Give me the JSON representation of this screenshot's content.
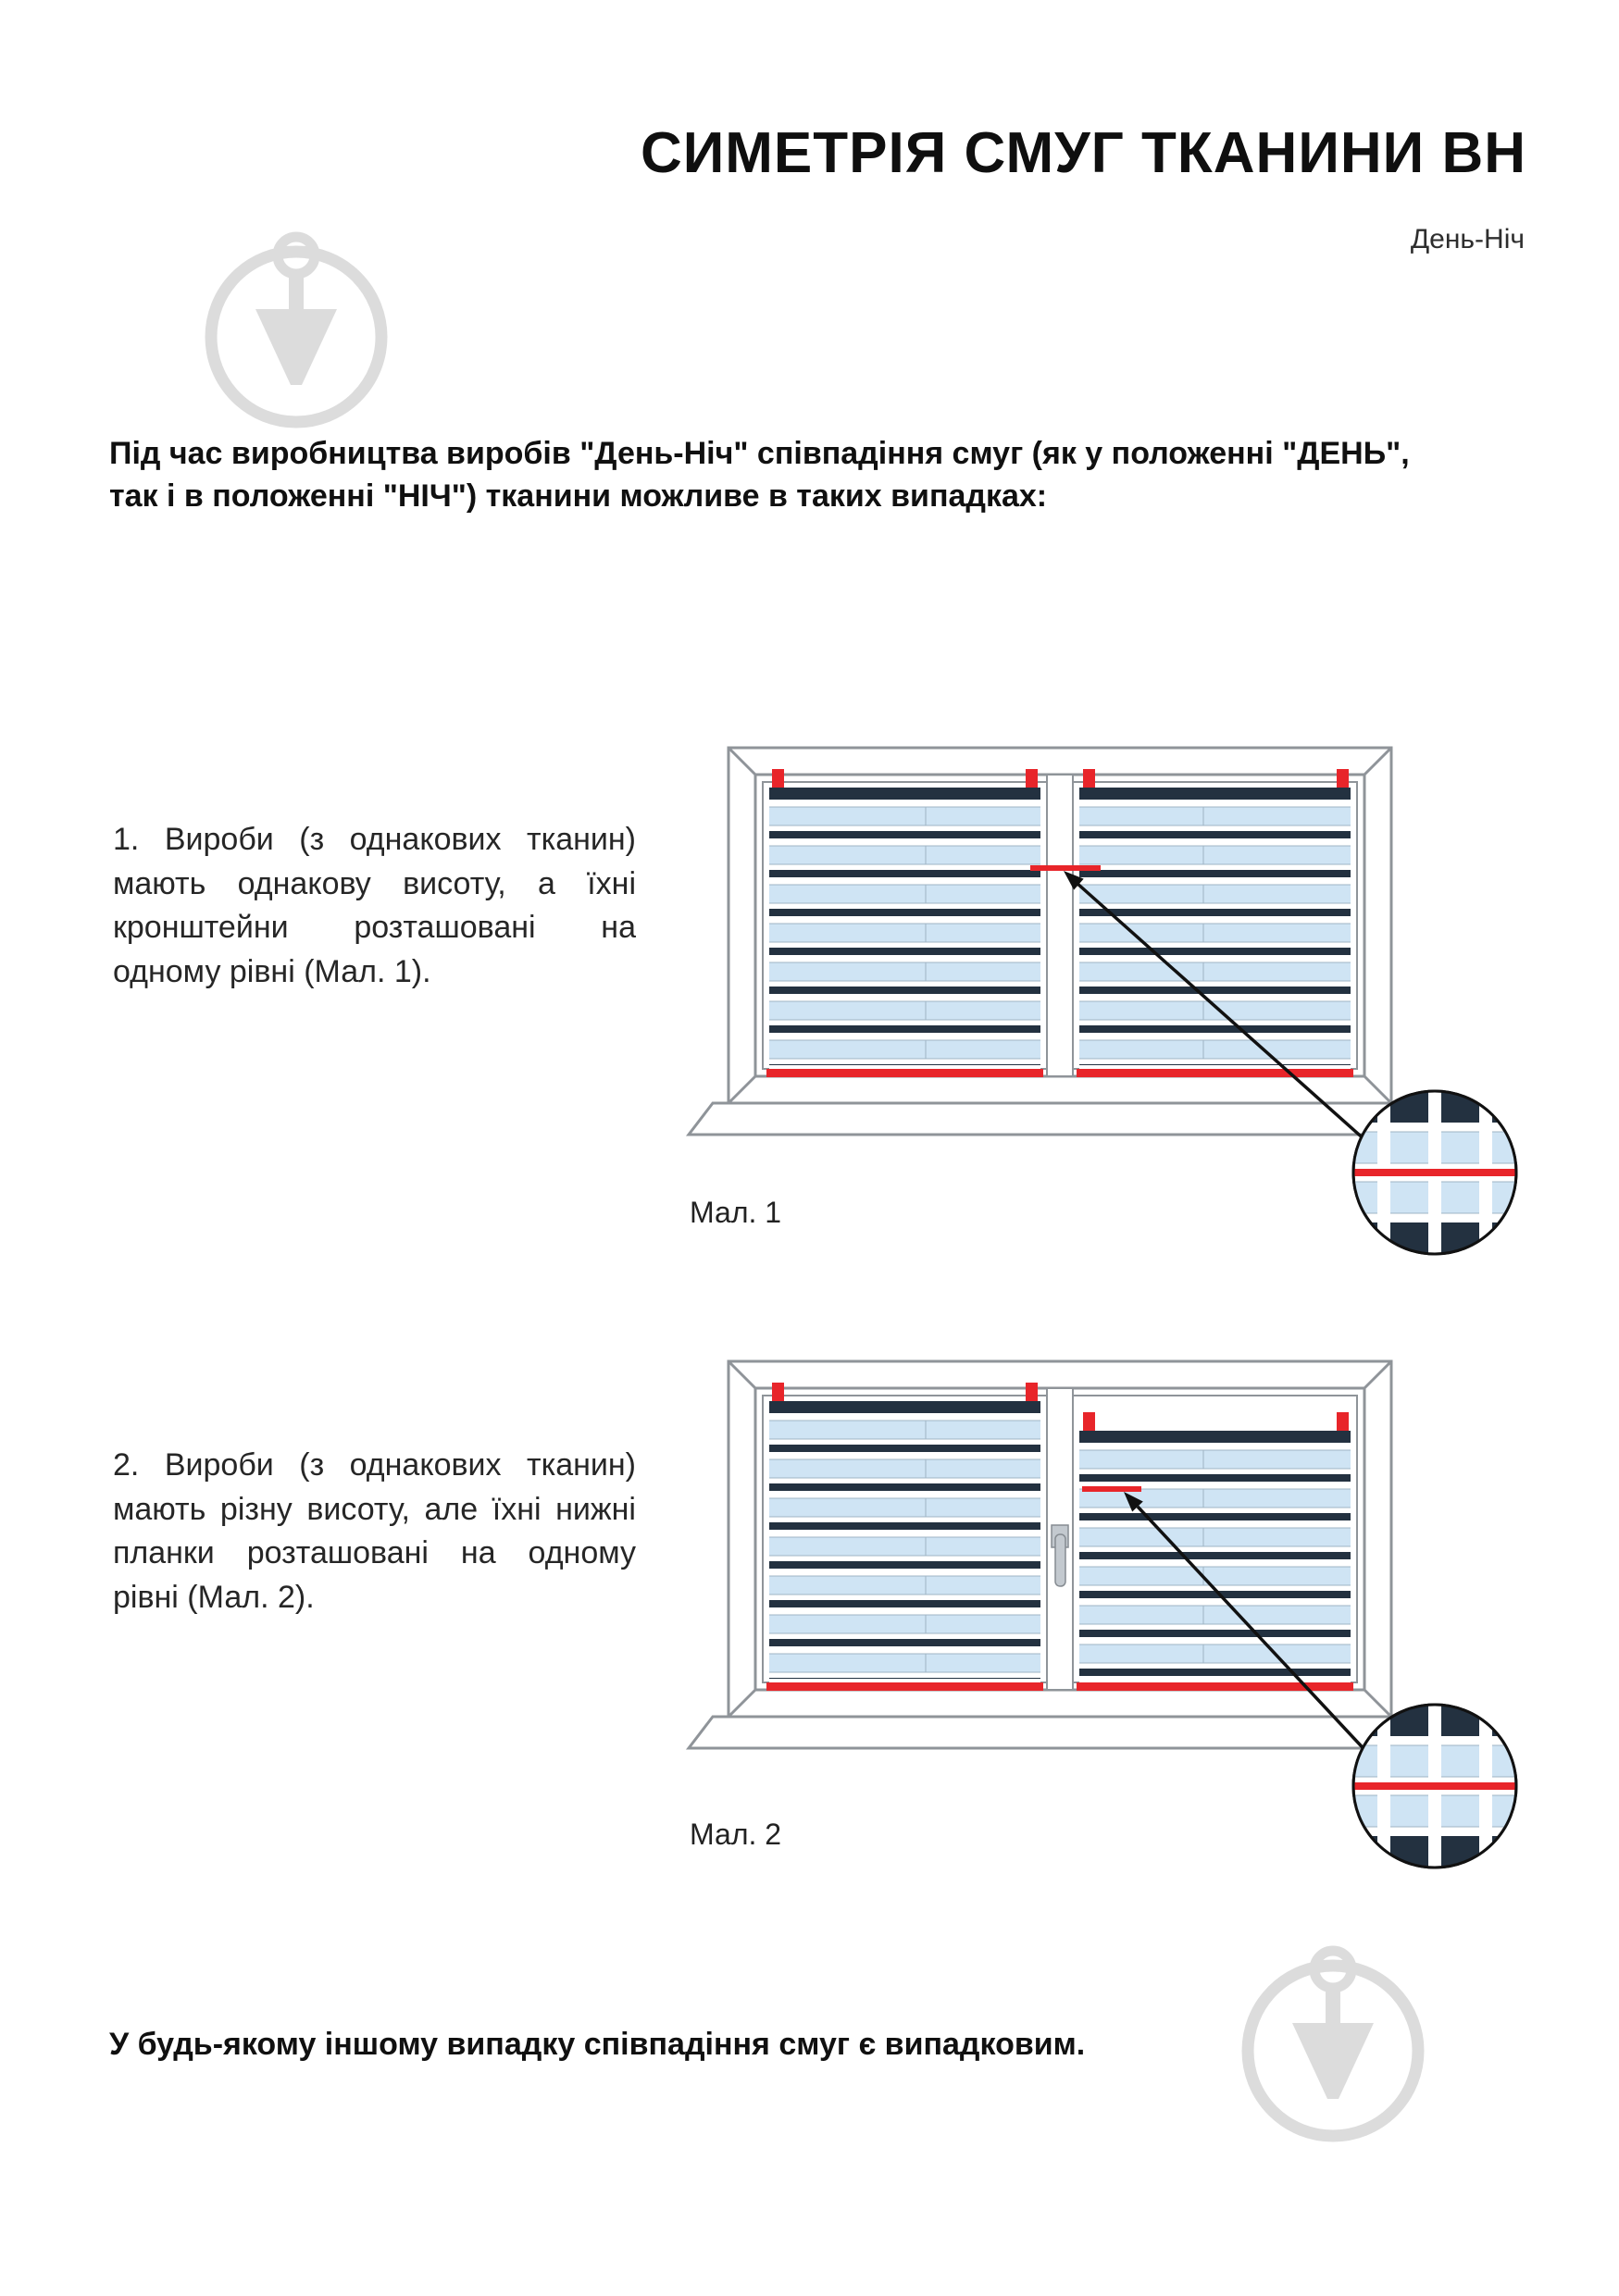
{
  "page": {
    "title": "СИМЕТРІЯ СМУГ ТКАНИНИ ВН",
    "subtitle": "День-Ніч",
    "intro": "Під час виробництва виробів \"День-Ніч\" співпадіння смуг (як у положенні \"ДЕНЬ\",\nтак і в положенні \"НІЧ\") тканини можливе в таких випадках:",
    "footer": "У будь-якому іншому випадку співпадіння смуг є випадковим."
  },
  "cases": [
    {
      "text": "1. Вироби (з однакових тканин) мають однакову висоту, а їхні кронштейни розташовані на одному рівні (Мал. 1).",
      "caption": "Мал. 1"
    },
    {
      "text": "2. Вироби (з однакових тканин) мають різну висоту, але їхні нижні планки розташовані на одному рівні (Мал. 2).",
      "caption": "Мал. 2"
    }
  ],
  "colors": {
    "accent_red": "#e8252a",
    "stripe_dark": "#233140",
    "stripe_light": "#cfe4f4",
    "frame_gray": "#8f9499",
    "watermark_gray": "#dcdcdc"
  }
}
